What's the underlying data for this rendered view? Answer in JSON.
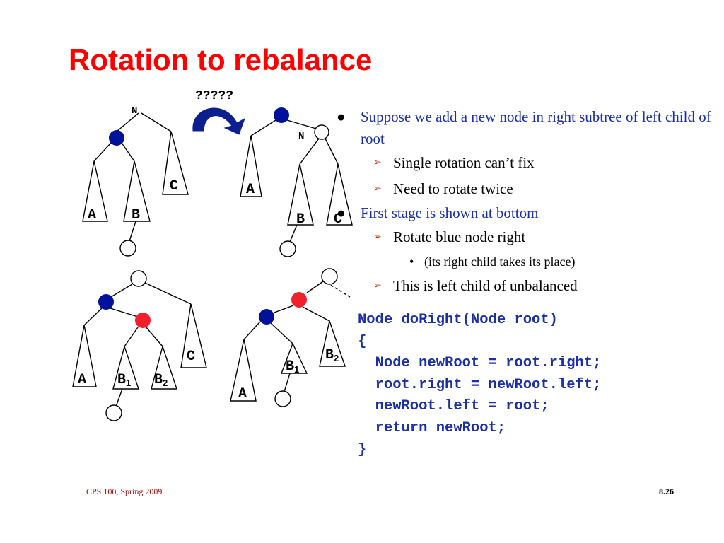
{
  "slide": {
    "title": "Rotation to rebalance",
    "question_marks": "?????",
    "footer_left": "CPS 100, Spring 2009",
    "footer_right": "8.26"
  },
  "diagram": {
    "labels": {
      "n": "N",
      "a": "A",
      "b": "B",
      "c": "C",
      "b1_base": "B",
      "b1_sub": "1",
      "b2_base": "B",
      "b2_sub": "2"
    },
    "colors": {
      "blue_node": "#00129c",
      "red_node": "#f2202c",
      "arrow": "#0d1f8f"
    }
  },
  "bullets": [
    {
      "text": "Suppose we add a new node in right subtree of left child of root",
      "children": [
        {
          "text": "Single rotation can’t fix"
        },
        {
          "text": "Need to rotate twice"
        }
      ]
    },
    {
      "text": "First stage is shown at bottom",
      "children": [
        {
          "text": "Rotate blue node right",
          "children": [
            {
              "text": "(its right child takes its place)"
            }
          ]
        },
        {
          "text": "This is left child of unbalanced"
        }
      ]
    }
  ],
  "code": "Node doRight(Node root)\n{\n  Node newRoot = root.right;\n  root.right = newRoot.left;\n  newRoot.left = root;\n  return newRoot;\n}"
}
